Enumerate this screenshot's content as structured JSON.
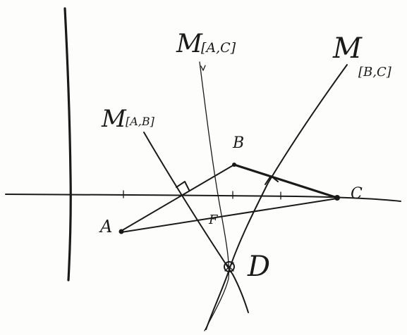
{
  "labels": {
    "m_ab": "M",
    "m_ab_sub": "[A,B]",
    "m_ac": "M",
    "m_ac_sub": "[A,C]",
    "m_bc": "M",
    "m_bc_sub": "[B,C]",
    "point_a": "A",
    "point_b": "B",
    "point_c": "C",
    "point_d": "D",
    "point_f": "F"
  },
  "colors": {
    "ink": "#1a1a1a",
    "paper": "#fdfdfc"
  }
}
